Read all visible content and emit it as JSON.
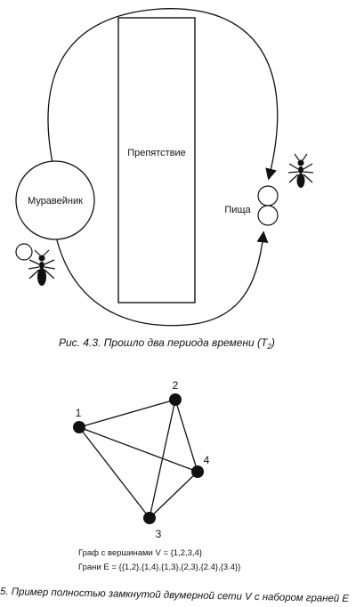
{
  "figure1": {
    "obstacle_label": "Препятствие",
    "nest_label": "Муравейник",
    "food_label": "Пища",
    "caption_main": "Рис. 4.3. Прошло два периода времени (T",
    "caption_sub": "2",
    "caption_end": ")"
  },
  "figure2": {
    "vertices": [
      {
        "id": "1",
        "label": "1"
      },
      {
        "id": "2",
        "label": "2"
      },
      {
        "id": "3",
        "label": "3"
      },
      {
        "id": "4",
        "label": "4"
      }
    ],
    "edges": [
      [
        "1",
        "2"
      ],
      [
        "1",
        "4"
      ],
      [
        "1",
        "3"
      ],
      [
        "2",
        "3"
      ],
      [
        "2",
        "4"
      ],
      [
        "3",
        "4"
      ]
    ],
    "vertex_set_text": "Граф с вершинами V = {1,2,3,4}",
    "edge_set_text": "Грани E = {{1,2},{1,4},{1,3},{2,3},{2.4},{3.4}}",
    "caption": "5. Пример полностью замкнутой двумерной сети V с набором граней E"
  },
  "colors": {
    "ink": "#111111",
    "background": "#ffffff"
  }
}
